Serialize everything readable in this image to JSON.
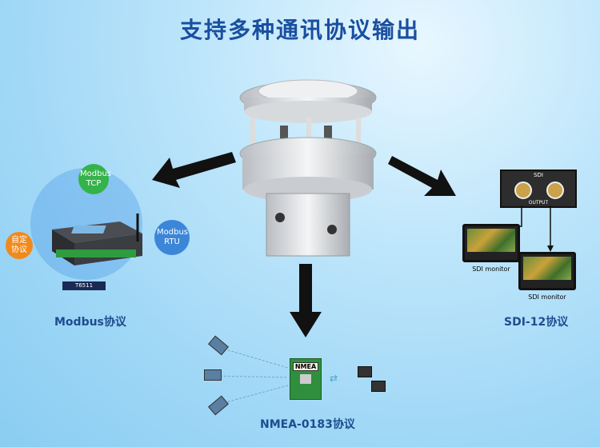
{
  "title": "支持多种通讯协议输出",
  "left": {
    "label": "Modbus协议",
    "device_tag": "T6511",
    "bubbles": [
      {
        "text": "Modbus TCP",
        "color": "#34b34a"
      },
      {
        "text": "Modbus RTU",
        "color": "#3c86d8"
      },
      {
        "text": "自定协议",
        "color": "#f08a1c"
      }
    ]
  },
  "right": {
    "label": "SDI-12协议",
    "box_header": "SDI",
    "box_output": "OUTPUT",
    "monitor_caption": "SDI monitor"
  },
  "bottom": {
    "label": "NMEA-0183协议",
    "module_label": "NMEA"
  },
  "colors": {
    "title": "#1a4fa0",
    "label": "#1e4c8f"
  }
}
